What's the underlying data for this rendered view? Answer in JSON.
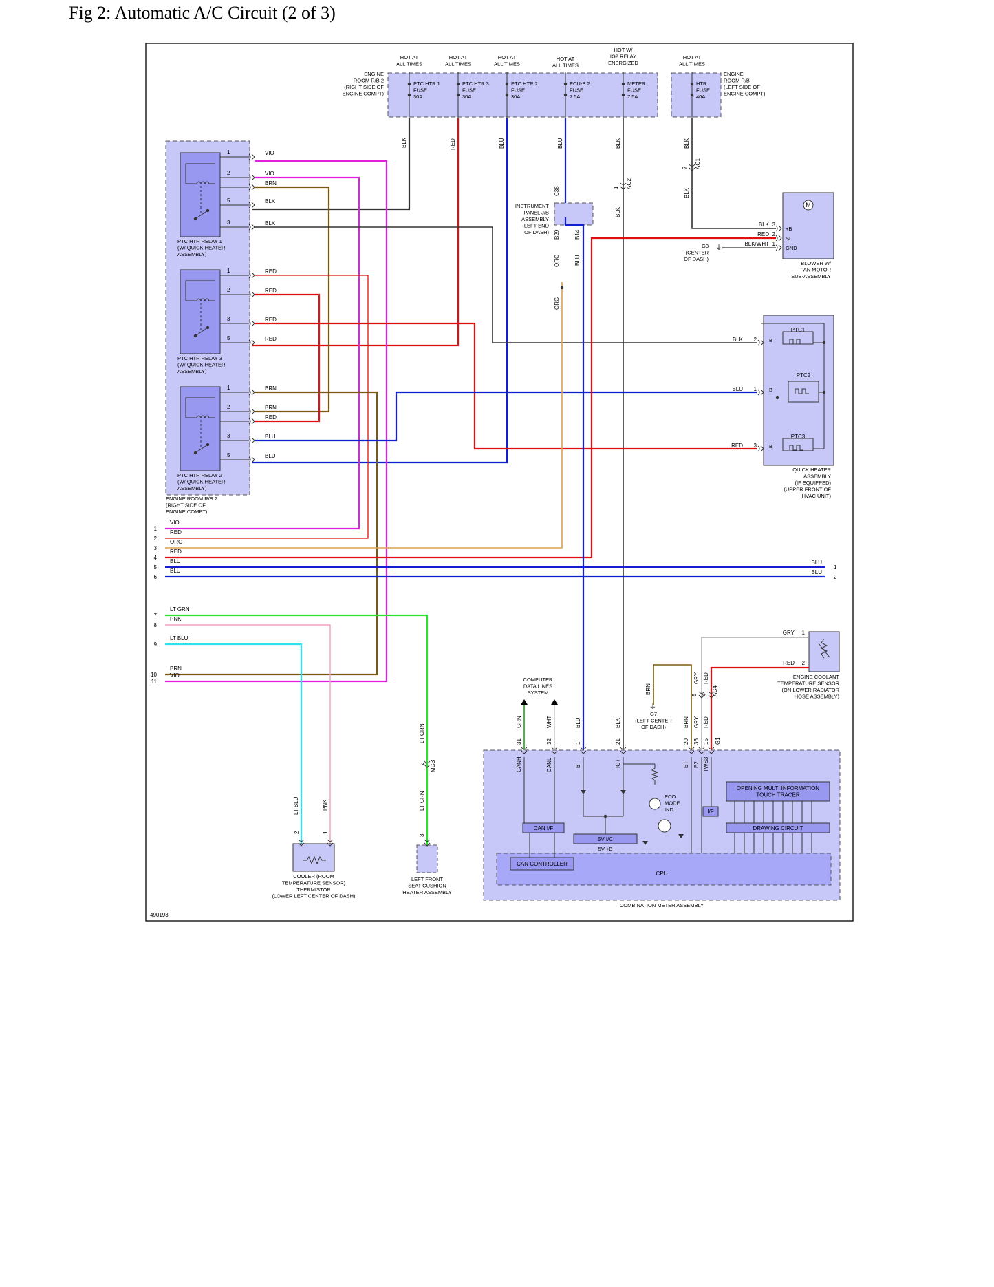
{
  "figure": {
    "title": "Fig 2: Automatic A/C Circuit (2 of 3)",
    "diagram_id": "490193"
  },
  "colors": {
    "VIO": "#e020e0",
    "RED": "#e01010",
    "BRN": "#7a5a10",
    "BLK": "#333333",
    "BLU": "#1020d0",
    "ORG": "#d8a050",
    "LT GRN": "#30e030",
    "PNK": "#f0a0c0",
    "LT BLU": "#30e0f0",
    "GRY": "#a8a8a8",
    "WHT": "#cccccc",
    "GRN": "#20a020",
    "box": "#c8c8f8",
    "relay": "#9898f0"
  },
  "fuse_box_1": {
    "label": [
      "ENGINE",
      "ROOM R/B 2",
      "(RIGHT SIDE OF",
      "ENGINE COMPT)"
    ],
    "fuses": [
      {
        "hot": [
          "HOT AT",
          "ALL TIMES"
        ],
        "name": [
          "PTC HTR 1",
          "FUSE",
          "30A"
        ],
        "wire": "BLK"
      },
      {
        "hot": [
          "HOT AT",
          "ALL TIMES"
        ],
        "name": [
          "PTC HTR 3",
          "FUSE",
          "30A"
        ],
        "wire": "RED"
      },
      {
        "hot": [
          "HOT AT",
          "ALL TIMES"
        ],
        "name": [
          "PTC HTR 2",
          "FUSE",
          "30A"
        ],
        "wire": "BLU"
      },
      {
        "hot": [
          "HOT AT",
          "ALL TIMES"
        ],
        "name": [
          "ECU-B 2",
          "FUSE",
          "7.5A"
        ],
        "wire": "BLU"
      },
      {
        "hot": [
          "HOT W/",
          "IG2 RELAY",
          "ENERGIZED"
        ],
        "name": [
          "METER",
          "FUSE",
          "7.5A"
        ],
        "wire": "BLK"
      }
    ]
  },
  "fuse_box_2": {
    "label": [
      "ENGINE",
      "ROOM R/B",
      "(LEFT SIDE OF",
      "ENGINE COMPT)"
    ],
    "fuse": {
      "hot": [
        "HOT AT",
        "ALL TIMES"
      ],
      "name": [
        "HTR",
        "FUSE",
        "40A"
      ],
      "wire": "BLK"
    }
  },
  "relays": [
    {
      "label": [
        "PTC HTR RELAY 1",
        "(W/ QUICK HEATER",
        "ASSEMBLY)"
      ],
      "pins": [
        {
          "n": "1",
          "wire": "VIO"
        },
        {
          "n": "2",
          "wire": "VIO"
        },
        {
          "n": "",
          "wire": "BRN"
        },
        {
          "n": "5",
          "wire": "BLK"
        },
        {
          "n": "3",
          "wire": "BLK"
        }
      ]
    },
    {
      "label": [
        "PTC HTR RELAY 3",
        "(W/ QUICK HEATER",
        "ASSEMBLY)"
      ],
      "pins": [
        {
          "n": "1",
          "wire": "RED"
        },
        {
          "n": "2",
          "wire": "RED"
        },
        {
          "n": "3",
          "wire": "RED"
        },
        {
          "n": "5",
          "wire": "RED"
        }
      ]
    },
    {
      "label": [
        "PTC HTR RELAY 2",
        "(W/ QUICK HEATER",
        "ASSEMBLY)"
      ],
      "pins": [
        {
          "n": "1",
          "wire": "BRN"
        },
        {
          "n": "2",
          "wire": "BRN"
        },
        {
          "n": "",
          "wire": "RED"
        },
        {
          "n": "3",
          "wire": "BLU"
        },
        {
          "n": "5",
          "wire": "BLU"
        }
      ]
    }
  ],
  "engine_room_rb2": {
    "label": [
      "ENGINE ROOM R/B 2",
      "(RIGHT SIDE OF",
      "ENGINE COMPT)"
    ],
    "wires": [
      {
        "n": "1",
        "wire": "VIO"
      },
      {
        "n": "2",
        "wire": "RED"
      },
      {
        "n": "3",
        "wire": "ORG"
      },
      {
        "n": "4",
        "wire": "RED"
      },
      {
        "n": "5",
        "wire": "BLU"
      },
      {
        "n": "6",
        "wire": "BLU"
      },
      {
        "n": "7",
        "wire": "LT GRN"
      },
      {
        "n": "8",
        "wire": "PNK"
      },
      {
        "n": "9",
        "wire": "LT BLU"
      },
      {
        "n": "10",
        "wire": "BRN"
      },
      {
        "n": "11",
        "wire": "VIO"
      }
    ],
    "right_pins": [
      {
        "n": "1",
        "wire": "BLU"
      },
      {
        "n": "2",
        "wire": "BLU"
      }
    ]
  },
  "instrument_jb": {
    "label": [
      "INSTRUMENT",
      "PANEL J/B",
      "ASSEMBLY",
      "(LEFT END",
      "OF DASH)"
    ],
    "connectors": [
      "C36",
      "B29",
      "B14"
    ],
    "wires": [
      "ORG",
      "BLU",
      "ORG"
    ]
  },
  "connector_ag2": {
    "pin": "1",
    "name": "AG2"
  },
  "connector_ag1": {
    "pin": "7",
    "name": "AG1"
  },
  "blower": {
    "label": [
      "BLOWER W/",
      "FAN MOTOR",
      "SUB-ASSEMBLY"
    ],
    "motor": "M",
    "pins": [
      {
        "wire": "BLK",
        "n": "3",
        "term": "+B"
      },
      {
        "wire": "RED",
        "n": "2",
        "term": "SI"
      },
      {
        "wire": "BLK/WHT",
        "n": "1",
        "term": "GND"
      }
    ],
    "wire_top": "BLK"
  },
  "ground_g3": {
    "label": [
      "G3",
      "(CENTER",
      "OF DASH)"
    ]
  },
  "quick_heater": {
    "label": [
      "QUICK HEATER",
      "ASSEMBLY",
      "(IF EQUIPPED)",
      "(UPPER FRONT OF",
      "HVAC UNIT)"
    ],
    "ptcs": [
      {
        "name": "PTC1",
        "wire": "BLK",
        "n": "2",
        "term": "B"
      },
      {
        "name": "PTC2",
        "wire": "BLU",
        "n": "1",
        "term": "B"
      },
      {
        "name": "PTC3",
        "wire": "RED",
        "n": "3",
        "term": "B"
      }
    ]
  },
  "coolant_sensor": {
    "label": [
      "ENGINE COOLANT",
      "TEMPERATURE SENSOR",
      "(ON LOWER RADIATOR",
      "HOSE ASSEMBLY)"
    ],
    "pins": [
      {
        "wire": "GRY",
        "n": "1"
      },
      {
        "wire": "RED",
        "n": "2"
      }
    ]
  },
  "ground_g7": {
    "label": [
      "G7",
      "(LEFT CENTER",
      "OF DASH)"
    ],
    "wire": "BRN"
  },
  "connector_ag4": {
    "pins": [
      "5",
      "4"
    ],
    "wires": [
      "GRY",
      "RED"
    ],
    "name": "AG4"
  },
  "can_system": {
    "label": [
      "COMPUTER",
      "DATA LINES",
      "SYSTEM"
    ]
  },
  "combo_meter": {
    "label": "COMBINATION METER ASSEMBLY",
    "pins": [
      {
        "wire": "GRN",
        "n": "31",
        "term": "CANH"
      },
      {
        "wire": "WHT",
        "n": "32",
        "term": "CANL"
      },
      {
        "wire": "BLU",
        "n": "1",
        "term": "B"
      },
      {
        "wire": "BLK",
        "n": "21",
        "term": "IG+"
      },
      {
        "wire": "BRN",
        "n": "20",
        "term": "ET"
      },
      {
        "wire": "GRY",
        "n": "36",
        "term": "E2"
      },
      {
        "wire": "RED",
        "n": "15",
        "term": "TWS3"
      }
    ],
    "connector": "G1",
    "blocks": {
      "can_if": "CAN I/F",
      "v5_ic": "5V I/C",
      "v5_b": "5V +B",
      "can_controller": "CAN CONTROLLER",
      "cpu": "CPU",
      "if": "I/F",
      "touch": [
        "OPENING MULTI INFORMATION",
        "TOUCH TRACER"
      ],
      "drawing": "DRAWING CIRCUIT",
      "eco": [
        "ECO",
        "MODE",
        "IND"
      ]
    }
  },
  "cooler_thermistor": {
    "label": [
      "COOLER (ROOM",
      "TEMPERATURE SENSOR)",
      "THERMISTOR",
      "(LOWER LEFT CENTER OF DASH)"
    ],
    "pins": [
      {
        "n": "2",
        "wire": "LT BLU"
      },
      {
        "n": "1",
        "wire": "PNK"
      }
    ]
  },
  "seat_heater": {
    "label": [
      "LEFT FRONT",
      "SEAT CUSHION",
      "HEATER ASSEMBLY"
    ],
    "pin": "3",
    "wire": "LT GRN",
    "connector": {
      "pin": "2",
      "name": "MG3"
    }
  }
}
